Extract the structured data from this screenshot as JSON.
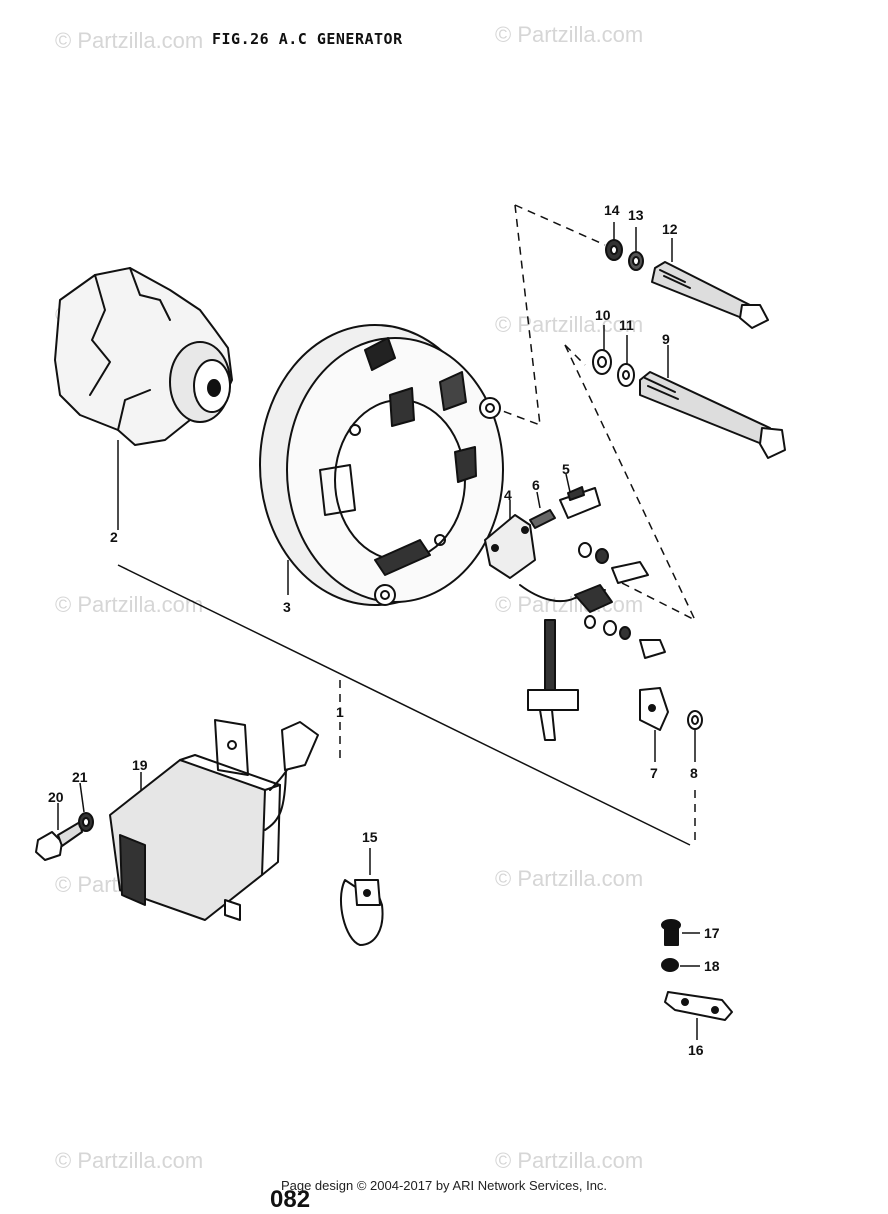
{
  "title": "FIG.26  A.C GENERATOR",
  "watermark": "© Partzilla.com",
  "footer": "Page design © 2004-2017 by ARI Network Services, Inc.",
  "page_number": "082",
  "callouts": {
    "c1": "1",
    "c2": "2",
    "c3": "3",
    "c4": "4",
    "c5": "5",
    "c6": "6",
    "c7": "7",
    "c8": "8",
    "c9": "9",
    "c10": "10",
    "c11": "11",
    "c12": "12",
    "c13": "13",
    "c14": "14",
    "c15": "15",
    "c16": "16",
    "c17": "17",
    "c18": "18",
    "c19": "19",
    "c20": "20",
    "c21": "21"
  }
}
